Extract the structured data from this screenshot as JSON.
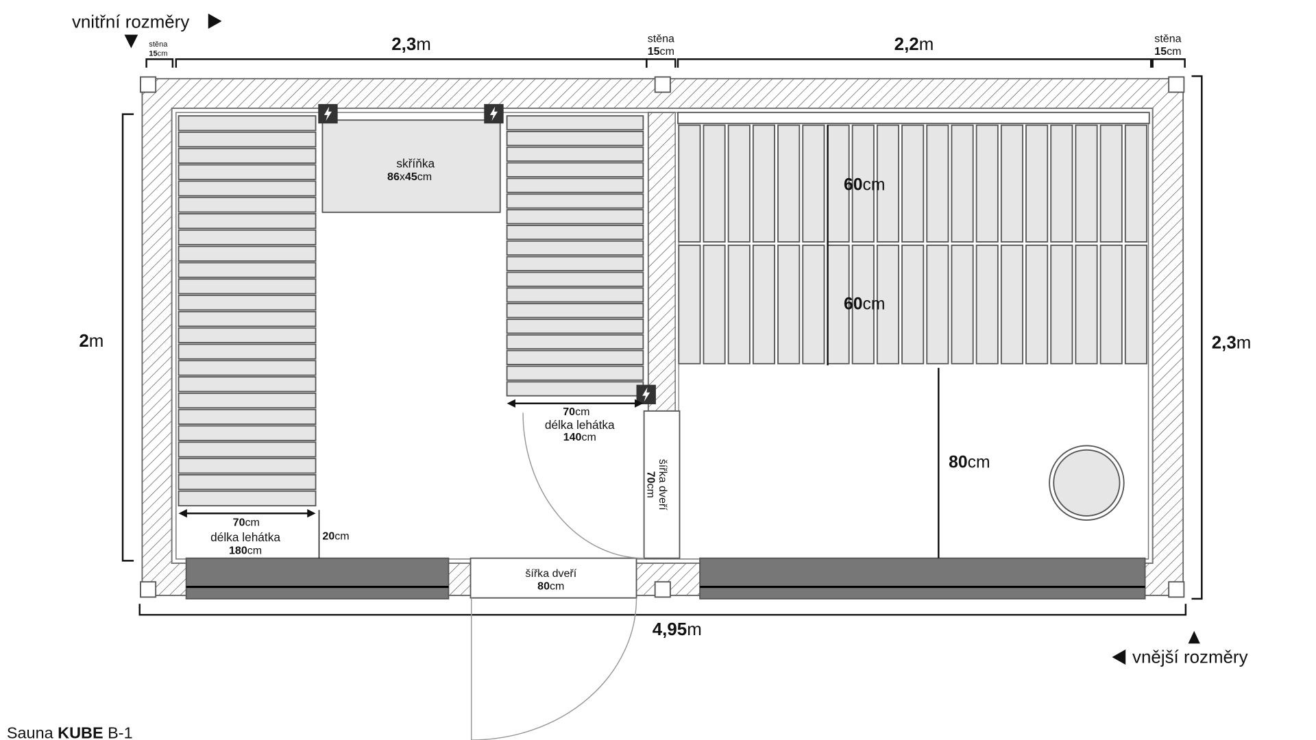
{
  "title": {
    "prefix": "Sauna ",
    "brand": "KUBE",
    "model": " B-1"
  },
  "legend": {
    "inner": "vnitřní rozměry",
    "outer": "vnější rozměry"
  },
  "dimensions": {
    "wall_label": "stěna",
    "wall_value": "15",
    "unit_cm": "cm",
    "unit_m": "m",
    "top_left_width": "2,3",
    "top_right_width": "2,2",
    "inner_height": "2",
    "outer_height": "2,3",
    "outer_width": "4,95"
  },
  "cabinet": {
    "label": "skříňka",
    "w": "86",
    "x": "x",
    "h": "45"
  },
  "bench_left": {
    "width": "70",
    "length_label": "délka lehátka",
    "length": "180",
    "gap": "20",
    "slats": 24
  },
  "bench_middle": {
    "width": "70",
    "length_label": "délka lehátka",
    "length": "140",
    "slats": 18
  },
  "right_benches": {
    "depth_top": "60",
    "depth_bottom": "60",
    "floor_gap": "80",
    "slats_per_row": 19
  },
  "doors": {
    "main": {
      "label": "šířka dveří",
      "width": "80"
    },
    "inner": {
      "label": "šířka dveří",
      "width": "70"
    }
  },
  "icons": [
    "power-outlet-icon",
    "power-outlet-icon",
    "power-outlet-icon",
    "sauna-stove-icon"
  ]
}
